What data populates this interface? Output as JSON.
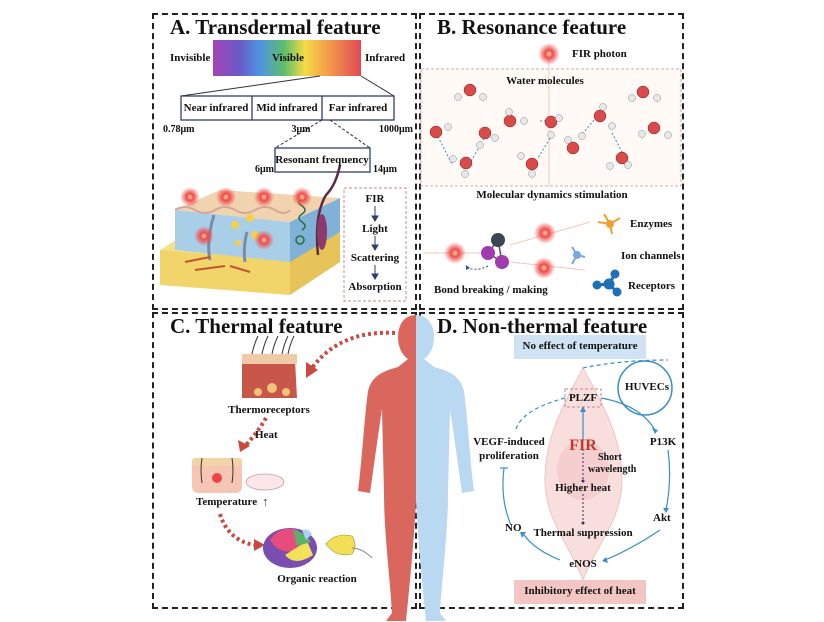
{
  "panels": {
    "a": {
      "title": "A. Transdermal feature",
      "spectrum": {
        "left": "Invisible",
        "center": "Visible",
        "right": "Infrared"
      },
      "bands": [
        "Near infrared",
        "Mid infrared",
        "Far infrared"
      ],
      "ticks": [
        "0.78μm",
        "3μm",
        "1000μm"
      ],
      "resonant": {
        "label": "Resonant frequency",
        "min": "6μm",
        "max": "14μm"
      },
      "process": [
        "FIR",
        "Light",
        "Scattering",
        "Absorption"
      ]
    },
    "b": {
      "title": "B. Resonance  feature",
      "photon": "FIR photon",
      "water": "Water molecules",
      "dynamics": "Molecular dynamics stimulation",
      "targets": [
        "Enzymes",
        "Ion channels",
        "Receptors"
      ],
      "bond": "Bond breaking / making",
      "colors": {
        "enzyme": "#f0a030",
        "ion": "#7aa6e0",
        "receptor": "#1f6fb8"
      }
    },
    "c": {
      "title": "C. Thermal  feature",
      "thermoreceptors": "Thermoreceptors",
      "heat": "Heat",
      "temperature": "Temperature",
      "temperature_arrow": "↑",
      "organic": "Organic reaction"
    },
    "d": {
      "title": "D. Non-thermal  feature",
      "no_effect": "No effect of temperature",
      "plzf": "PLZF",
      "huvecs": "HUVECs",
      "vegf": [
        "VEGF-induced",
        "proliferation"
      ],
      "p13k": "P13K",
      "fir": "FIR",
      "short": [
        "Short",
        "wavelength"
      ],
      "higher_heat": "Higher heat",
      "thermal_suppression": "Thermal suppression",
      "akt": "Akt",
      "no": "NO",
      "enos": "eNOS",
      "inhibitory": "Inhibitory effect of heat"
    }
  },
  "colors": {
    "hot": "#d9675d",
    "cold": "#b9d8f2",
    "pathway": "#3a8fc8",
    "no_effect_bg": "#cfe3f5",
    "inhibitory_bg": "#f3c6c3",
    "fir_red": "#c0392b"
  }
}
